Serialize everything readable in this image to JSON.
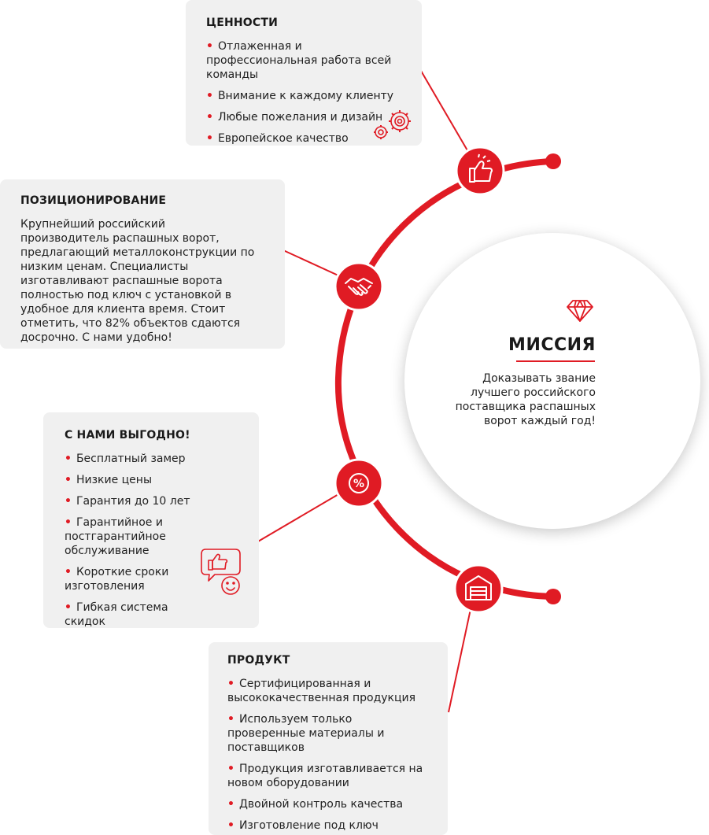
{
  "values": {
    "title": "ЦЕННОСТИ",
    "items": [
      "Отлаженная и профессиональная работа всей команды",
      "Внимание к каждому клиенту",
      "Любые пожелания и дизайн",
      "Европейское качество"
    ]
  },
  "positioning": {
    "title": "ПОЗИЦИОНИРОВАНИЕ",
    "text": "Крупнейший российский производитель распашных ворот, предлагающий металлоконструкции по низким ценам. Специалисты изготавливают распашные ворота полностью под ключ с установкой в удобное для клиента время. Стоит отметить, что 82% объектов сдаются досрочно. С нами удобно!"
  },
  "benefits": {
    "title": "С НАМИ ВЫГОДНО!",
    "items": [
      "Бесплатный замер",
      "Низкие цены",
      "Гарантия до 10 лет",
      "Гарантийное и постгарантийное обслуживание",
      "Короткие сроки изготовления",
      "Гибкая система скидок"
    ]
  },
  "product": {
    "title": "ПРОДУКТ",
    "items": [
      "Сертифицированная и высококачественная продукция",
      "Используем только проверенные материалы и поставщиков",
      "Продукция изготавливается на новом оборудовании",
      "Двойной контроль качества",
      "Изготовление под ключ"
    ]
  },
  "mission": {
    "title": "МИССИЯ",
    "text": "Доказывать звание лучшего российского поставщика распашных ворот каждый год!"
  },
  "icons": {
    "values": "gears-icon",
    "benefits": "thumbs-up-smile-icon",
    "node_values": "thumbs-up-icon",
    "node_positioning": "handshake-icon",
    "node_benefits": "percent-icon",
    "node_product": "garage-icon",
    "mission": "diamond-icon"
  },
  "colors": {
    "accent": "#e01b24",
    "box_bg": "#f0f0f0"
  }
}
